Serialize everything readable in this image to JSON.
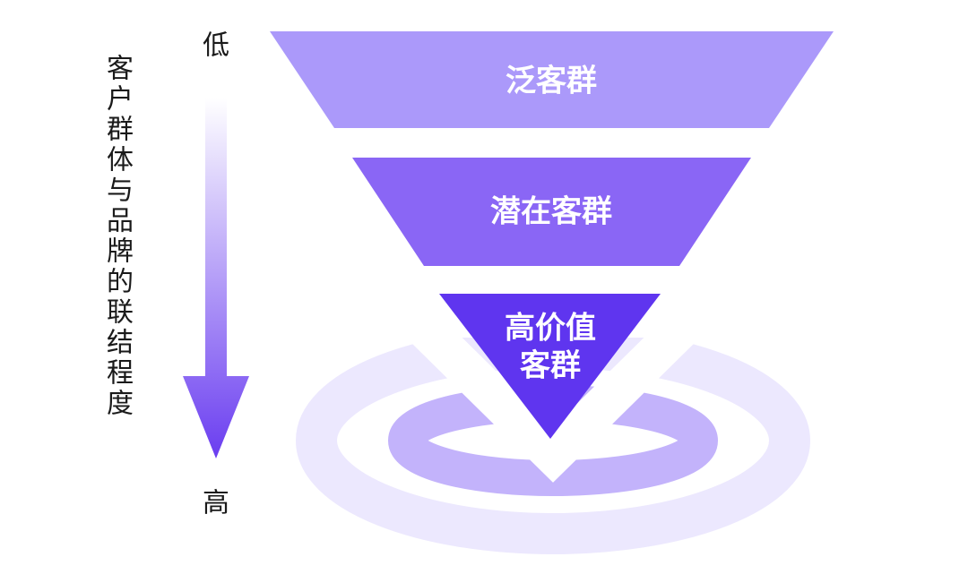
{
  "axis": {
    "top_label": "低",
    "bottom_label": "高",
    "title": "客户群体与品牌的联结程度",
    "arrow_color_start": "#ffffff",
    "arrow_color_end": "#6a3df0"
  },
  "funnel": {
    "tiers": [
      {
        "label_lines": [
          "泛客群"
        ],
        "color": "#ab99fa"
      },
      {
        "label_lines": [
          "潜在客群"
        ],
        "color": "#8a66f5"
      },
      {
        "label_lines": [
          "高价值",
          "客群"
        ],
        "color": "#5f35ef"
      }
    ]
  },
  "target_rings": {
    "outer_color": "#ece8fe",
    "inner_color": "#c3b3fb"
  }
}
